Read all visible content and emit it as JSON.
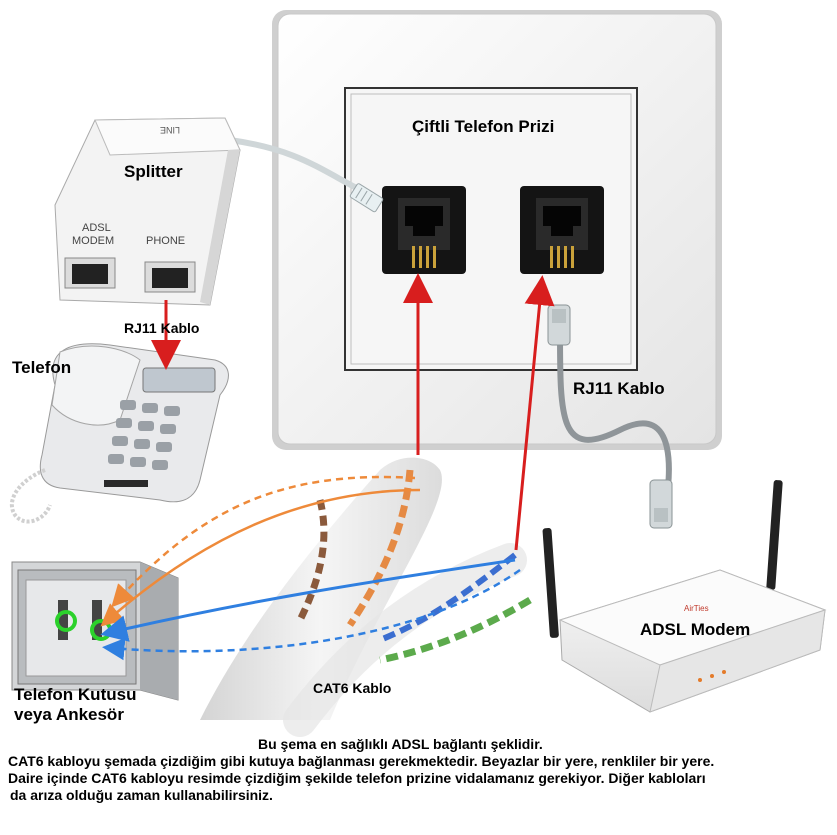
{
  "labels": {
    "socket_title": "Çiftli Telefon Prizi",
    "splitter": "Splitter",
    "splitter_line": "LINE",
    "splitter_adsl": "ADSL",
    "splitter_modem": "MODEM",
    "splitter_phone": "PHONE",
    "rj11_top": "RJ11  Kablo",
    "telefon": "Telefon",
    "rj11_right": "RJ11  Kablo",
    "modem": "ADSL Modem",
    "modem_brand": "AirTies",
    "cat6": "CAT6 Kablo",
    "box_line1": "Telefon Kutusu",
    "box_line2": "veya Ankesör"
  },
  "caption": {
    "line1": "Bu şema en sağlıklı ADSL bağlantı şeklidir.",
    "line2": "CAT6  kabloyu şemada çizdiğim gibi kutuya bağlanması gerekmektedir. Beyazlar bir yere, renkliler bir yere.",
    "line3": " Daire içinde  CAT6 kabloyu resimde çizdiğim şekilde telefon prizine vidalamanız gerekiyor. Diğer kabloları",
    "line4": "da arıza olduğu zaman kullanabilirsiniz."
  },
  "colors": {
    "red_arrow": "#d81e1e",
    "orange_wire": "#ee8a3a",
    "blue_wire": "#2f7fe0",
    "green_circle": "#2bd12b"
  }
}
